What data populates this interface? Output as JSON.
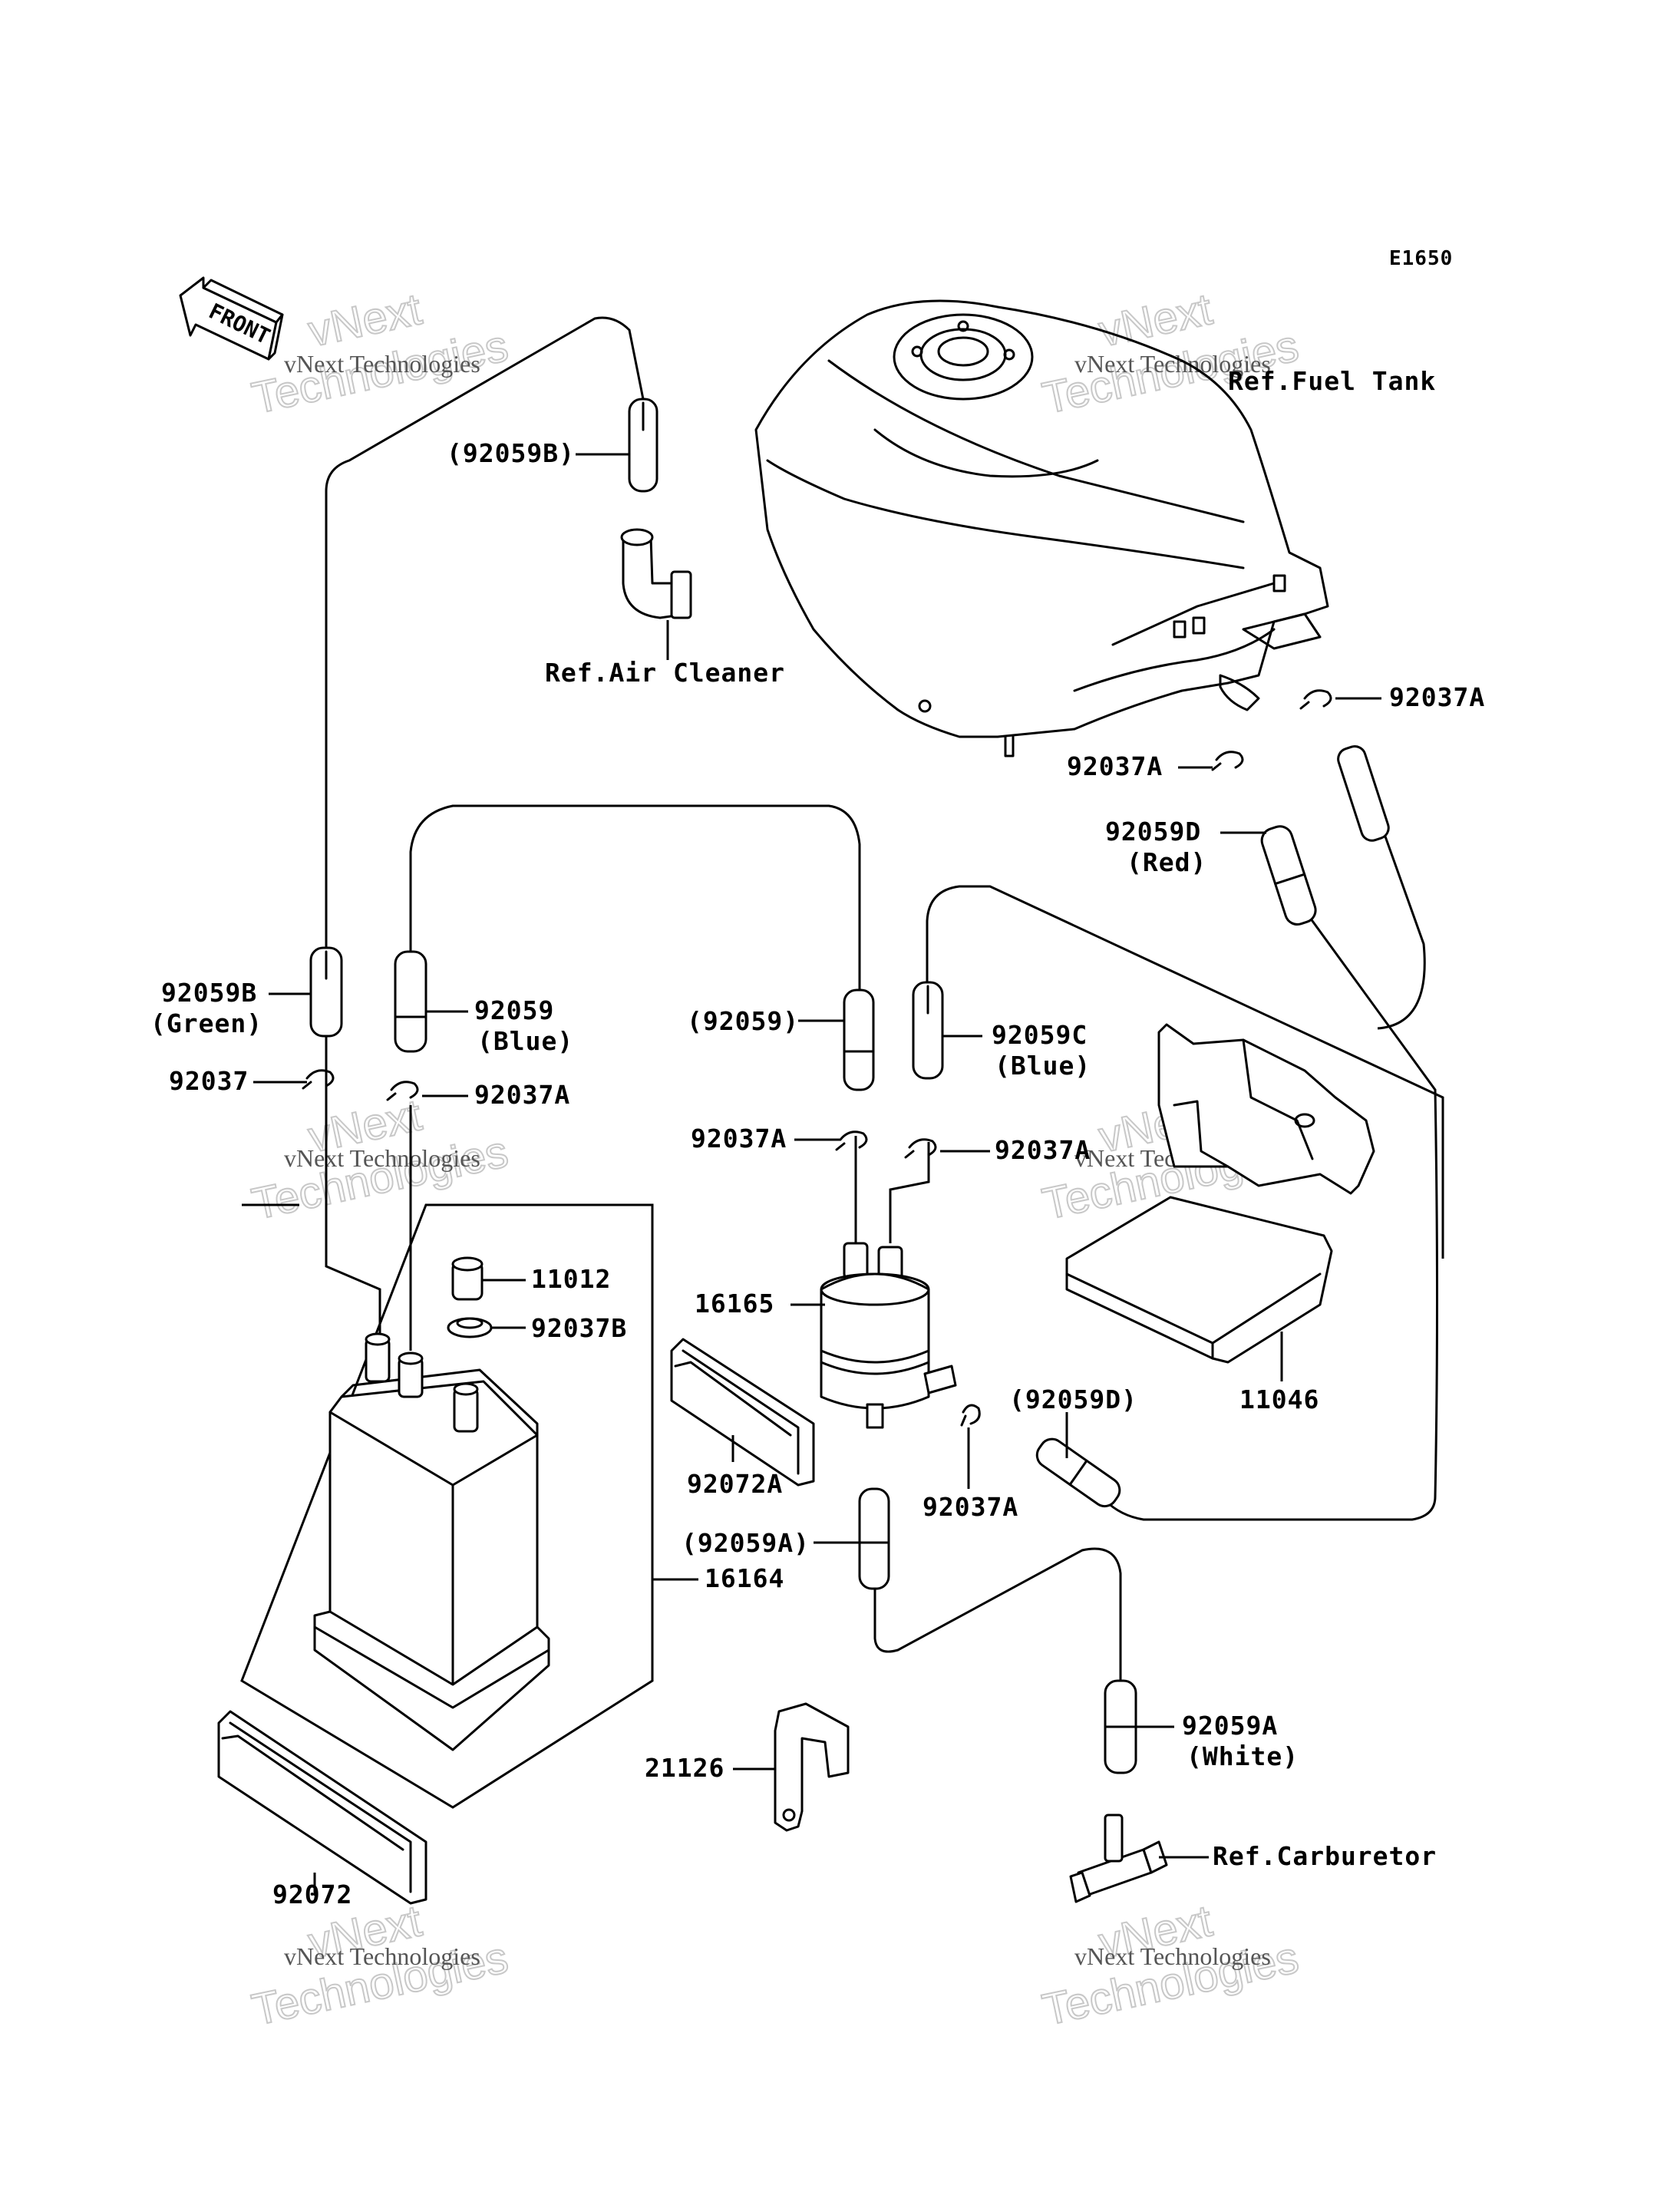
{
  "diagram_code": "E1650",
  "front_label": "FRONT",
  "watermark": {
    "line1": "vNext Technologies",
    "line2a": "vNext",
    "line2b": "Technologies"
  },
  "labels": {
    "ref_fuel_tank": "Ref.Fuel Tank",
    "p92059B_top": "(92059B)",
    "ref_air_cleaner": "Ref.Air Cleaner",
    "p92037A_tank_right": "92037A",
    "p92037A_tank_mid": "92037A",
    "p92059D_red": "92059D",
    "red": "(Red)",
    "p92059B_green": "92059B",
    "green": "(Green)",
    "p92059_blue": "92059",
    "blue1": "(Blue)",
    "p92059_paren": "(92059)",
    "p92059C": "92059C",
    "blue2": "(Blue)",
    "p92037_left": "92037",
    "p92037A_left": "92037A",
    "p92037A_center_left": "92037A",
    "p92037A_center_right": "92037A",
    "p11012": "11012",
    "p92037B": "92037B",
    "p16165": "16165",
    "p11046": "11046",
    "p92059D_paren": "(92059D)",
    "p92072A": "92072A",
    "p92059A_paren": "(92059A)",
    "p92037A_lower": "92037A",
    "p16164": "16164",
    "p92059A": "92059A",
    "white": "(White)",
    "p21126": "21126",
    "ref_carburetor": "Ref.Carburetor",
    "p92072": "92072"
  }
}
